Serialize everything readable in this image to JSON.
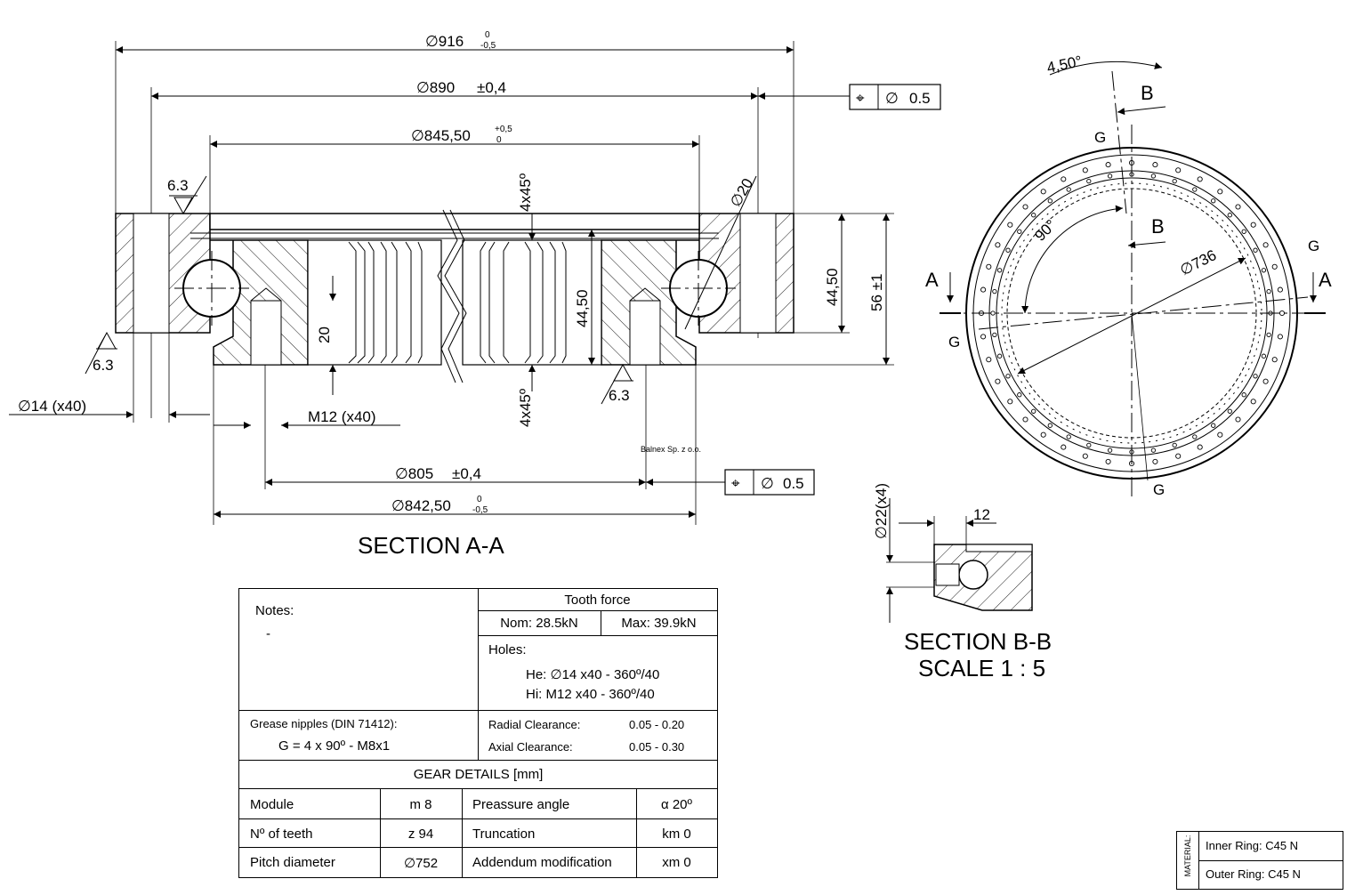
{
  "dims": {
    "d916": "∅916",
    "d916_tol_top": "0",
    "d916_tol_bot": "-0,5",
    "d890": "∅890",
    "d890_tol": "±0,4",
    "d845": "∅845,50",
    "d845_tol_top": "+0,5",
    "d845_tol_bot": "0",
    "d805": "∅805",
    "d805_tol": "±0,4",
    "d842": "∅842,50",
    "d842_tol_top": "0",
    "d842_tol_bot": "-0,5",
    "d20": "∅20",
    "chamfer_top": "4x45º",
    "chamfer_bot": "4x45º",
    "h4450_mid": "44,50",
    "h4450_right": "44,50",
    "h56": "56 ±1",
    "h20": "20",
    "rough_63_a": "6.3",
    "rough_63_b": "6.3",
    "rough_63_c": "6.3",
    "holes_outer": "∅14 (x40)",
    "holes_inner": "M12 (x40)",
    "tol_sym": "⌖",
    "tol_d": "∅",
    "tol_val": "0.5",
    "watermark": "Balnex Sp. z o.o.",
    "section_aa": "SECTION A-A",
    "angle_450": "4,50°",
    "angle_90": "90°",
    "d736": "∅736",
    "letter_a": "A",
    "letter_b": "B",
    "letter_g": "G",
    "section_bb": "SECTION B-B",
    "scale": "SCALE 1 : 5",
    "d22x4": "∅22(x4)",
    "w12": "12"
  },
  "table": {
    "notes_label": "Notes:",
    "notes_value": "-",
    "tooth_force": "Tooth force",
    "nom": "Nom: 28.5kN",
    "max": "Max: 39.9kN",
    "holes_label": "Holes:",
    "holes_he": "He: ∅14 x40  - 360º/40",
    "holes_hi": "Hi: M12 x40  - 360º/40",
    "grease_label": "Grease nipples (DIN 71412):",
    "grease_value": "G = 4 x 90º  - M8x1",
    "radial_label": "Radial Clearance:",
    "radial_value": "0.05 - 0.20",
    "axial_label": "Axial Clearance:",
    "axial_value": "0.05 - 0.30",
    "gear_header": "GEAR DETAILS [mm]",
    "rows": [
      {
        "k1": "Module",
        "v1": "m 8",
        "k2": "Preassure angle",
        "v2": "α 20º"
      },
      {
        "k1": "Nº of teeth",
        "v1": "z 94",
        "k2": "Truncation",
        "v2": "km 0"
      },
      {
        "k1": "Pitch diameter",
        "v1": "∅752",
        "k2": "Addendum modification",
        "v2": "xm 0"
      }
    ]
  },
  "material": {
    "label": "MATERIAL:",
    "inner": "Inner Ring:  C45 N",
    "outer": "Outer Ring:  C45 N"
  }
}
